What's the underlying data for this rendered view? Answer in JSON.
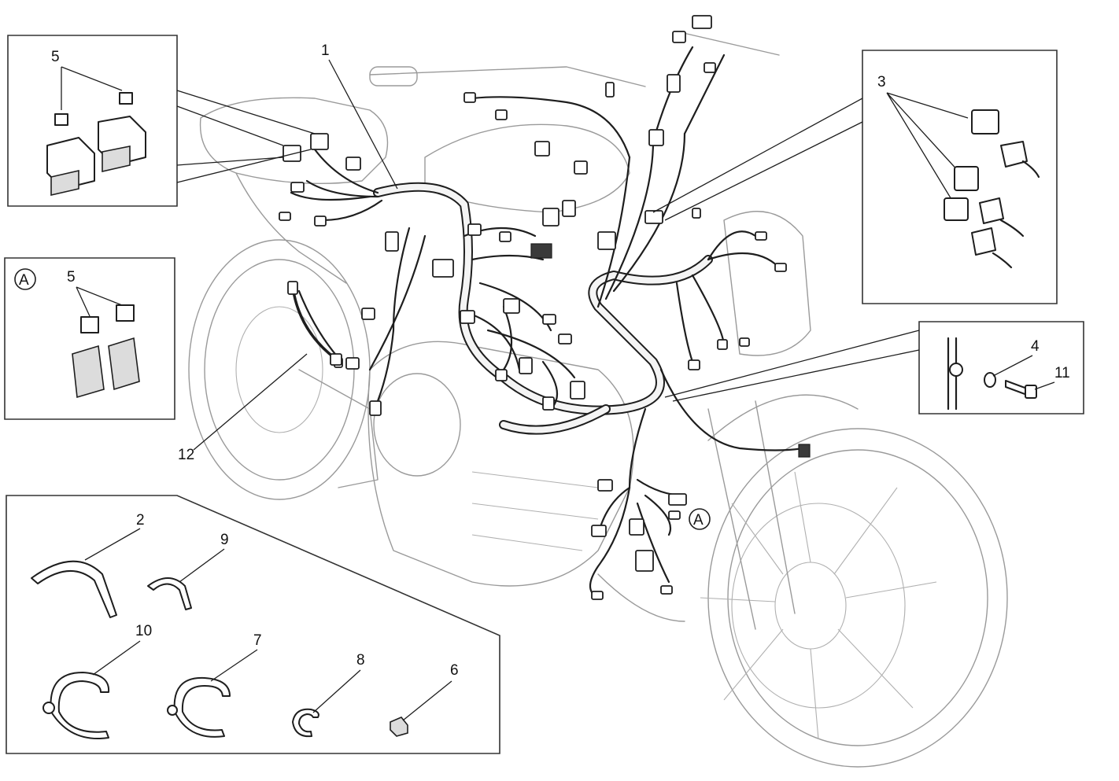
{
  "callouts": {
    "c1": "1",
    "c2": "2",
    "c3": "3",
    "c4": "4",
    "c5a": "5",
    "c5b": "5",
    "c6": "6",
    "c7": "7",
    "c8": "8",
    "c9": "9",
    "c10": "10",
    "c11": "11",
    "c12": "12"
  },
  "detail_marker": "A",
  "motorcycle_marker": "A"
}
